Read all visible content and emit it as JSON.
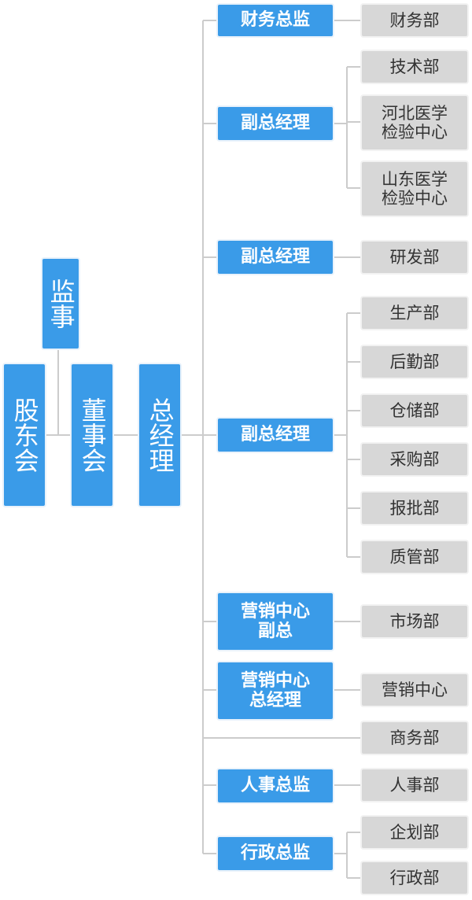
{
  "top": {
    "shareholders": "股东会",
    "supervisor": "监事",
    "board": "董事会",
    "general_manager": "总经理"
  },
  "managers": [
    {
      "label": "财务总监"
    },
    {
      "label": "副总经理"
    },
    {
      "label": "副总经理"
    },
    {
      "label": "副总经理"
    },
    {
      "label": "营销中心\n副总"
    },
    {
      "label": "营销中心\n总经理"
    },
    {
      "label": "人事总监"
    },
    {
      "label": "行政总监"
    }
  ],
  "departments": [
    {
      "label": "财务部"
    },
    {
      "label": "技术部"
    },
    {
      "label": "河北医学\n检验中心"
    },
    {
      "label": "山东医学\n检验中心"
    },
    {
      "label": "研发部"
    },
    {
      "label": "生产部"
    },
    {
      "label": "后勤部"
    },
    {
      "label": "仓储部"
    },
    {
      "label": "采购部"
    },
    {
      "label": "报批部"
    },
    {
      "label": "质管部"
    },
    {
      "label": "市场部"
    },
    {
      "label": "营销中心"
    },
    {
      "label": "商务部"
    },
    {
      "label": "人事部"
    },
    {
      "label": "企划部"
    },
    {
      "label": "行政部"
    }
  ],
  "colors": {
    "manager_fill": "#3a9be8",
    "department_fill": "#d7d7d7",
    "connector": "#cccccc"
  }
}
